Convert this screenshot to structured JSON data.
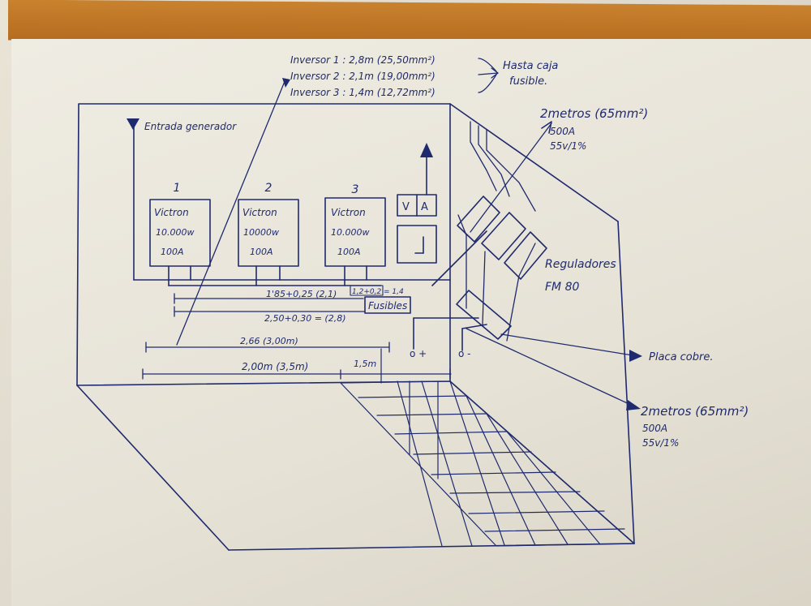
{
  "inverter_notes": [
    "Inversor 1 : 2,8m (25,50mm²)",
    "Inversor 2 : 2,1m (19,00mm²)",
    "Inversor 3 : 1,4m (12,72mm²)"
  ],
  "inverter_dest": [
    "Hasta caja",
    "fusible."
  ],
  "generator_input": "Entrada generador",
  "inverters": [
    {
      "number": "1",
      "brand": "Victron",
      "power": "10.000w",
      "current": "100A"
    },
    {
      "number": "2",
      "brand": "Victron",
      "power": "10000w",
      "current": "100A"
    },
    {
      "number": "3",
      "brand": "Victron",
      "power": "10.000w",
      "current": "100A"
    }
  ],
  "meter": {
    "v": "V",
    "a": "A"
  },
  "top_cable": {
    "length": "2metros (65mm²)",
    "amps": "500A",
    "spec": "55v/1%"
  },
  "bottom_cable": {
    "length": "2metros (65mm²)",
    "amps": "500A",
    "spec": "55v/1%"
  },
  "regulators": [
    "Reguladores",
    "FM 80"
  ],
  "placa": "Placa cobre.",
  "fuses_label": "Fusibles",
  "fuses_note": "1,2+0,2 = 1,4",
  "dims": {
    "d1": "1'85+0,25 (2,1)",
    "d2": "2,50+0,30 = (2,8)",
    "d3": "2,66 (3,00m)",
    "d4": "2,00m (3,5m)",
    "d5": "1,5m"
  },
  "terminals": {
    "pos": "o +",
    "neg": "o -"
  }
}
